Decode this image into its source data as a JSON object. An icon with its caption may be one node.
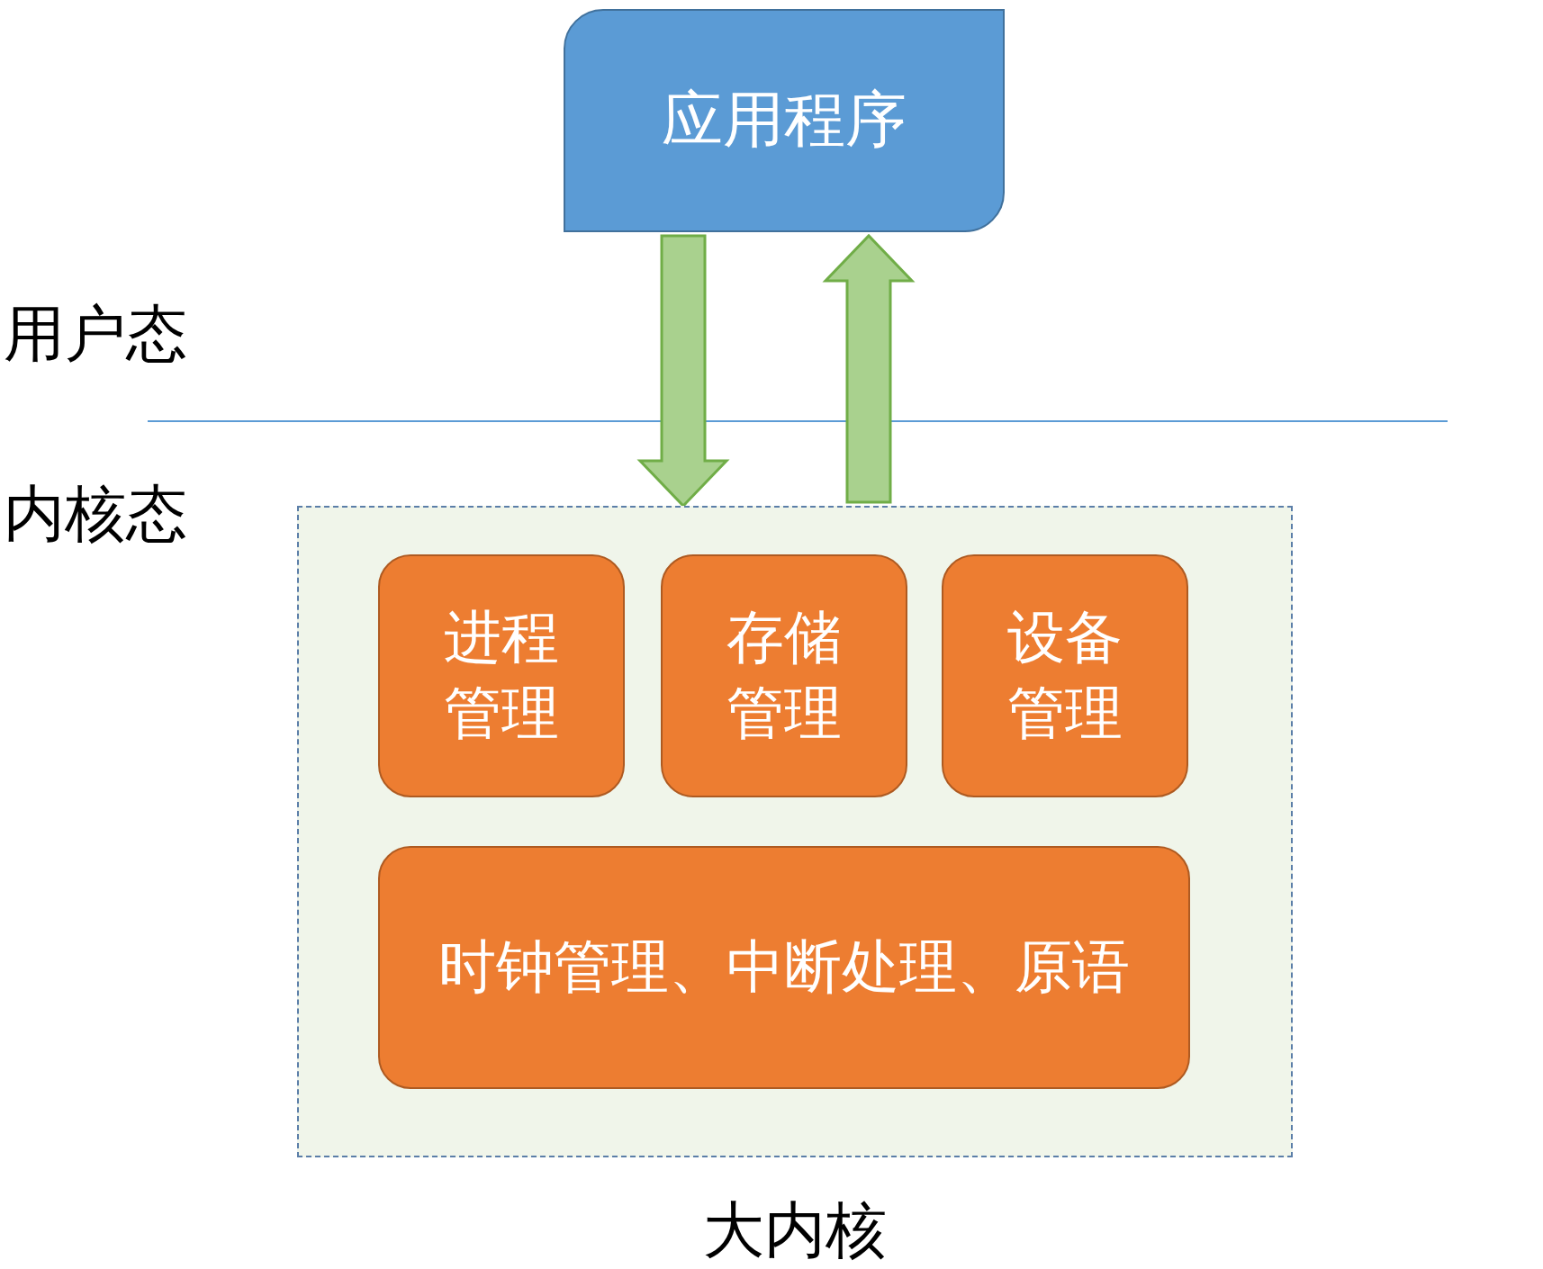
{
  "diagram": {
    "nodes": [
      {
        "text": [
          "应用程序"
        ]
      },
      {
        "text": [
          "大内核"
        ]
      },
      {
        "text": [
          "进程管理"
        ],
        "in": 1
      },
      {
        "text": [
          "存储管理"
        ],
        "in": 1
      },
      {
        "text": [
          "设备管理"
        ],
        "in": 1
      },
      {
        "text": [
          "时钟管理、中断处理、原语"
        ],
        "in": 1
      }
    ],
    "edges": [
      {
        "from": 0,
        "to": 1,
        "arrow": "to"
      },
      {
        "from": 1,
        "to": 0,
        "arrow": "to"
      }
    ],
    "labels": [
      "用户态",
      "内核态"
    ]
  }
}
